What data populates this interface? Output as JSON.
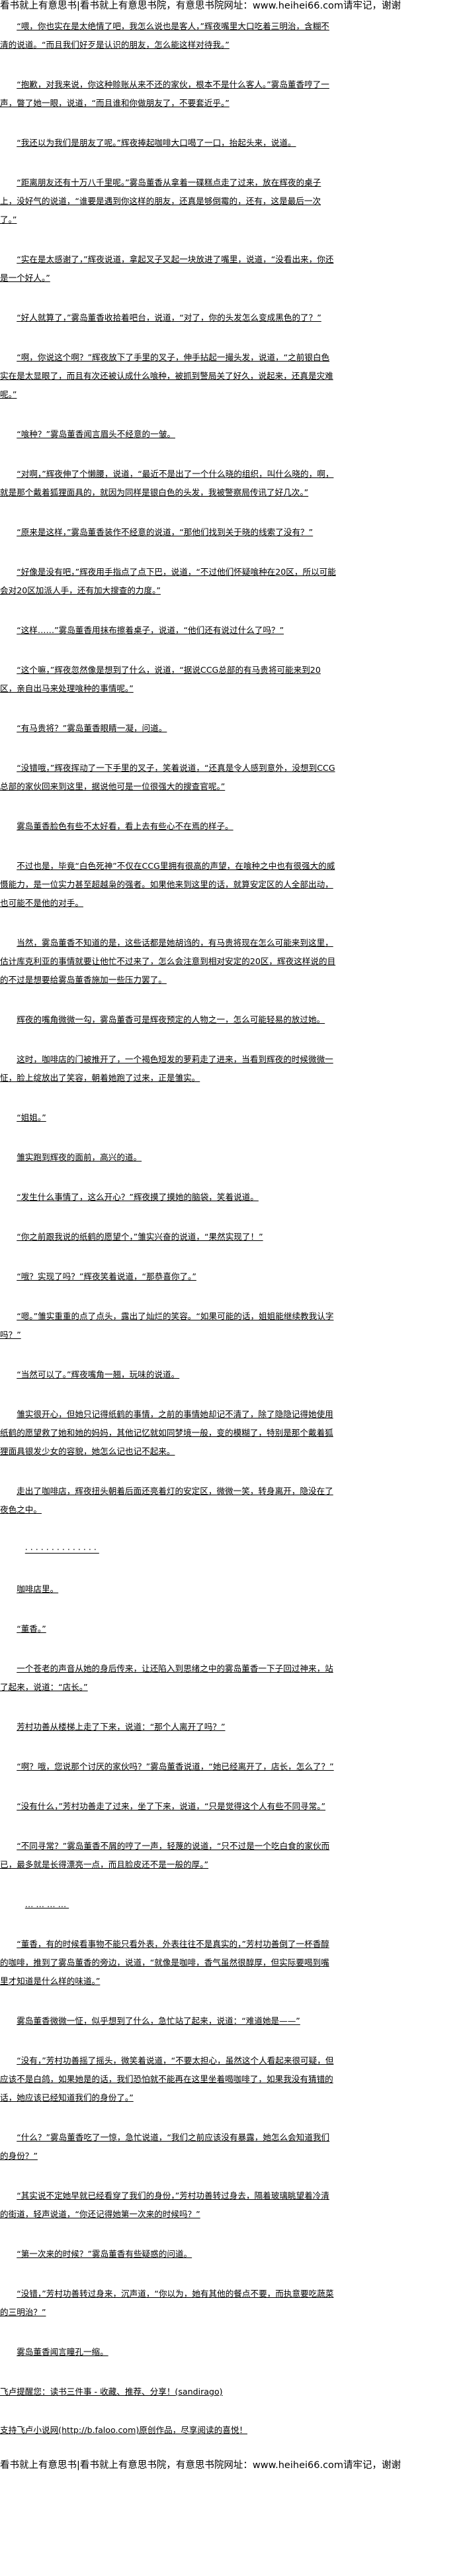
{
  "banner": "看书就上有意思书|看书就上有意思书院，有意思书院网址：www.heihei66.com请牢记，谢谢",
  "paragraphs": [
    {
      "type": "text",
      "text": "“喂，你也实在是太绝情了吧，我怎么说也是客人，”辉夜嘴里大口吃着三明治，含糊不清的说道。“而且我们好歹是认识的朋友，怎么能这样对待我。”"
    },
    {
      "type": "text",
      "text": "“抱歉，对我来说，你这种赊账从来不还的家伙，根本不是什么客人。”雾岛董香哼了一声，瞥了她一眼，说道，“而且谁和你做朋友了，不要套近乎。”"
    },
    {
      "type": "text",
      "text": "“我还以为我们是朋友了呢。”辉夜捧起咖啡大口喝了一口，抬起头来，说道。"
    },
    {
      "type": "text",
      "text": "“距离朋友还有十万八千里呢。”雾岛董香从拿着一碟糕点走了过来，放在辉夜的桌子上，没好气的说道，“谁要是遇到你这样的朋友，还真是够倒霉的，还有，这是最后一次了。”"
    },
    {
      "type": "text",
      "text": "“实在是太感谢了，”辉夜说道，拿起叉子叉起一块放进了嘴里，说道，“没看出来，你还是一个好人。”"
    },
    {
      "type": "text",
      "text": "“好人就算了，”雾岛董香收拾着吧台，说道，“对了，你的头发怎么变成黑色的了？”"
    },
    {
      "type": "text",
      "text": "“啊，你说这个啊？”辉夜放下了手里的叉子，伸手拈起一撮头发，说道，“之前银白色实在是太显眼了，而且有次还被认成什么喰种，被抓到警局关了好久，说起来，还真是灾难呢。”"
    },
    {
      "type": "text",
      "text": "“喰种？”雾岛董香闻言眉头不经意的一皱。"
    },
    {
      "type": "text",
      "text": "“对啊，”辉夜伸了个懒腰，说道，“最近不是出了一个什么晓的组织，叫什么晓的，啊，就是那个戴着狐狸面具的，就因为同样是银白色的头发，我被警察局传讯了好几次。”"
    },
    {
      "type": "text",
      "text": "“原来是这样，”雾岛董香装作不经意的说道，“那他们找到关于晓的线索了没有？”"
    },
    {
      "type": "text",
      "text": "“好像是没有吧，”辉夜用手指点了点下巴，说道，“不过他们怀疑喰种在20区，所以可能会对20区加派人手，还有加大搜查的力度。”"
    },
    {
      "type": "text",
      "text": "“这样……”雾岛董香用抹布擦着桌子，说道，“他们还有说过什么了吗？”"
    },
    {
      "type": "text",
      "text": "“这个嘛，”辉夜忽然像是想到了什么，说道，“据说CCG总部的有马贵将可能来到20区，亲自出马来处理喰种的事情呢。”"
    },
    {
      "type": "text",
      "text": "“有马贵将？”雾岛董香眼睛一凝，问道。"
    },
    {
      "type": "text",
      "text": "“没错哦，”辉夜挥动了一下手里的叉子，笑着说道，“还真是令人感到意外，没想到CCG总部的家伙回来到这里，据说他可是一位很强大的搜查官呢。”"
    },
    {
      "type": "text",
      "text": "雾岛董香脸色有些不太好看，看上去有些心不在焉的样子。"
    },
    {
      "type": "text",
      "text": "不过也是，毕竟“白色死神”不仅在CCG里拥有很高的声望，在喰种之中也有很强大的威慑能力，是一位实力甚至超越枭的强者。如果他来到这里的话，就算安定区的人全部出动，也可能不是他的对手。"
    },
    {
      "type": "text",
      "text": "当然，雾岛董香不知道的是，这些话都是她胡诌的，有马贵将现在怎么可能来到这里，估计库克利亚的事情就要让他忙不过来了，怎么会注意到相对安定的20区，辉夜这样说的目的不过是想要给雾岛董香施加一些压力罢了。"
    },
    {
      "type": "text",
      "text": "辉夜的嘴角微微一勾，雾岛董香可是辉夜预定的人物之一，怎么可能轻易的放过她。"
    },
    {
      "type": "text",
      "text": "这时，咖啡店的门被推开了，一个褐色短发的萝莉走了进来，当看到辉夜的时候微微一怔，脸上绽放出了笑容，朝着她跑了过来，正是雏实。"
    },
    {
      "type": "text",
      "text": "“姐姐。”"
    },
    {
      "type": "text",
      "text": "雏实跑到辉夜的面前，高兴的道。"
    },
    {
      "type": "text",
      "text": "“发生什么事情了，这么开心？”辉夜摸了摸她的脑袋，笑着说道。"
    },
    {
      "type": "text",
      "text": "“你之前跟我说的纸鹤的愿望个，”雏实兴奋的说道，“果然实现了！”"
    },
    {
      "type": "text",
      "text": "“哦？实现了吗？”辉夜笑着说道，“那恭喜你了。”"
    },
    {
      "type": "text",
      "text": "“嗯。”雏实重重的点了点头，露出了灿烂的笑容。“如果可能的话，姐姐能继续教我认字吗？”"
    },
    {
      "type": "text",
      "text": "“当然可以了。”辉夜嘴角一翘，玩味的说道。"
    },
    {
      "type": "text",
      "text": "雏实很开心，但她只记得纸鹤的事情，之前的事情她却记不清了，除了隐隐记得她使用纸鹤的愿望救了她和她的妈妈，其他记忆就如同梦境一般，变的模糊了，特别是那个戴着狐狸面具银发少女的容貌，她怎么记也记不起来。"
    },
    {
      "type": "text",
      "text": "走出了咖啡店，辉夜扭头朝着后面还亮着灯的安定区，微微一笑，转身离开，隐没在了夜色之中。"
    },
    {
      "type": "sep",
      "text": "··············"
    },
    {
      "type": "text",
      "text": "咖啡店里。"
    },
    {
      "type": "text",
      "text": "“董香。”"
    },
    {
      "type": "text",
      "text": "一个苍老的声音从她的身后传来，让还陷入到思绪之中的雾岛董香一下子回过神来，站了起来，说道：“店长。”"
    },
    {
      "type": "text",
      "text": "芳村功善从楼梯上走了下来，说道：“那个人离开了吗？”"
    },
    {
      "type": "text",
      "text": "“啊？哦，您说那个讨厌的家伙吗？”雾岛董香说道，“她已经离开了，店长，怎么了？”"
    },
    {
      "type": "text",
      "text": "“没有什么，”芳村功善走了过来，坐了下来，说道，“只是觉得这个人有些不同寻常。”"
    },
    {
      "type": "text",
      "text": "“不同寻常？”雾岛董香不屑的哼了一声，轻蔑的说道，“只不过是一个吃白食的家伙而已，最多就是长得漂亮一点，而且脸皮还不是一般的厚。”"
    },
    {
      "type": "sep",
      "text": "…………"
    },
    {
      "type": "text",
      "text": "“董香，有的时候看事物不能只看外表，外表往往不是真实的，”芳村功善倒了一杯香醇的咖啡，推到了雾岛董香的旁边，说道，“就像是咖啡，香气虽然很醇厚，但实际要喝到嘴里才知道是什么样的味道。”"
    },
    {
      "type": "text",
      "text": "雾岛董香微微一怔，似乎想到了什么，急忙站了起来，说道：“难道她是——”"
    },
    {
      "type": "text",
      "text": "“没有，”芳村功善摇了摇头，微笑着说道，“不要太担心，虽然这个人看起来很可疑，但应该不是白鸽，如果她是的话，我们恐怕就不能再在这里坐着喝咖啡了，如果我没有猜错的话，她应该已经知道我们的身份了。”"
    },
    {
      "type": "text",
      "text": "“什么？”雾岛董香吃了一惊，急忙说道，“我们之前应该没有暴露，她怎么会知道我们的身份？”"
    },
    {
      "type": "text",
      "text": "“其实说不定她早就已经看穿了我们的身份，”芳村功善转过身去，隔着玻璃眺望着冷清的街道，轻声说道，“你还记得她第一次来的时候吗？”"
    },
    {
      "type": "text",
      "text": "“第一次来的时候？”雾岛董香有些疑惑的问道。"
    },
    {
      "type": "text",
      "text": "“没错，”芳村功善转过身来，沉声道，“你以为，她有其他的餐点不要，而执意要吃蔬菜的三明治？”"
    },
    {
      "type": "text",
      "text": "雾岛董香闻言瞳孔一缩。"
    },
    {
      "type": "note",
      "text": "飞卢提醒您：读书三件事 - 收藏、推荐、分享！(sandirago)"
    },
    {
      "type": "note",
      "text": "支持飞卢小说网(http://b.faloo.com)原创作品，尽享阅读的喜悦！"
    }
  ]
}
